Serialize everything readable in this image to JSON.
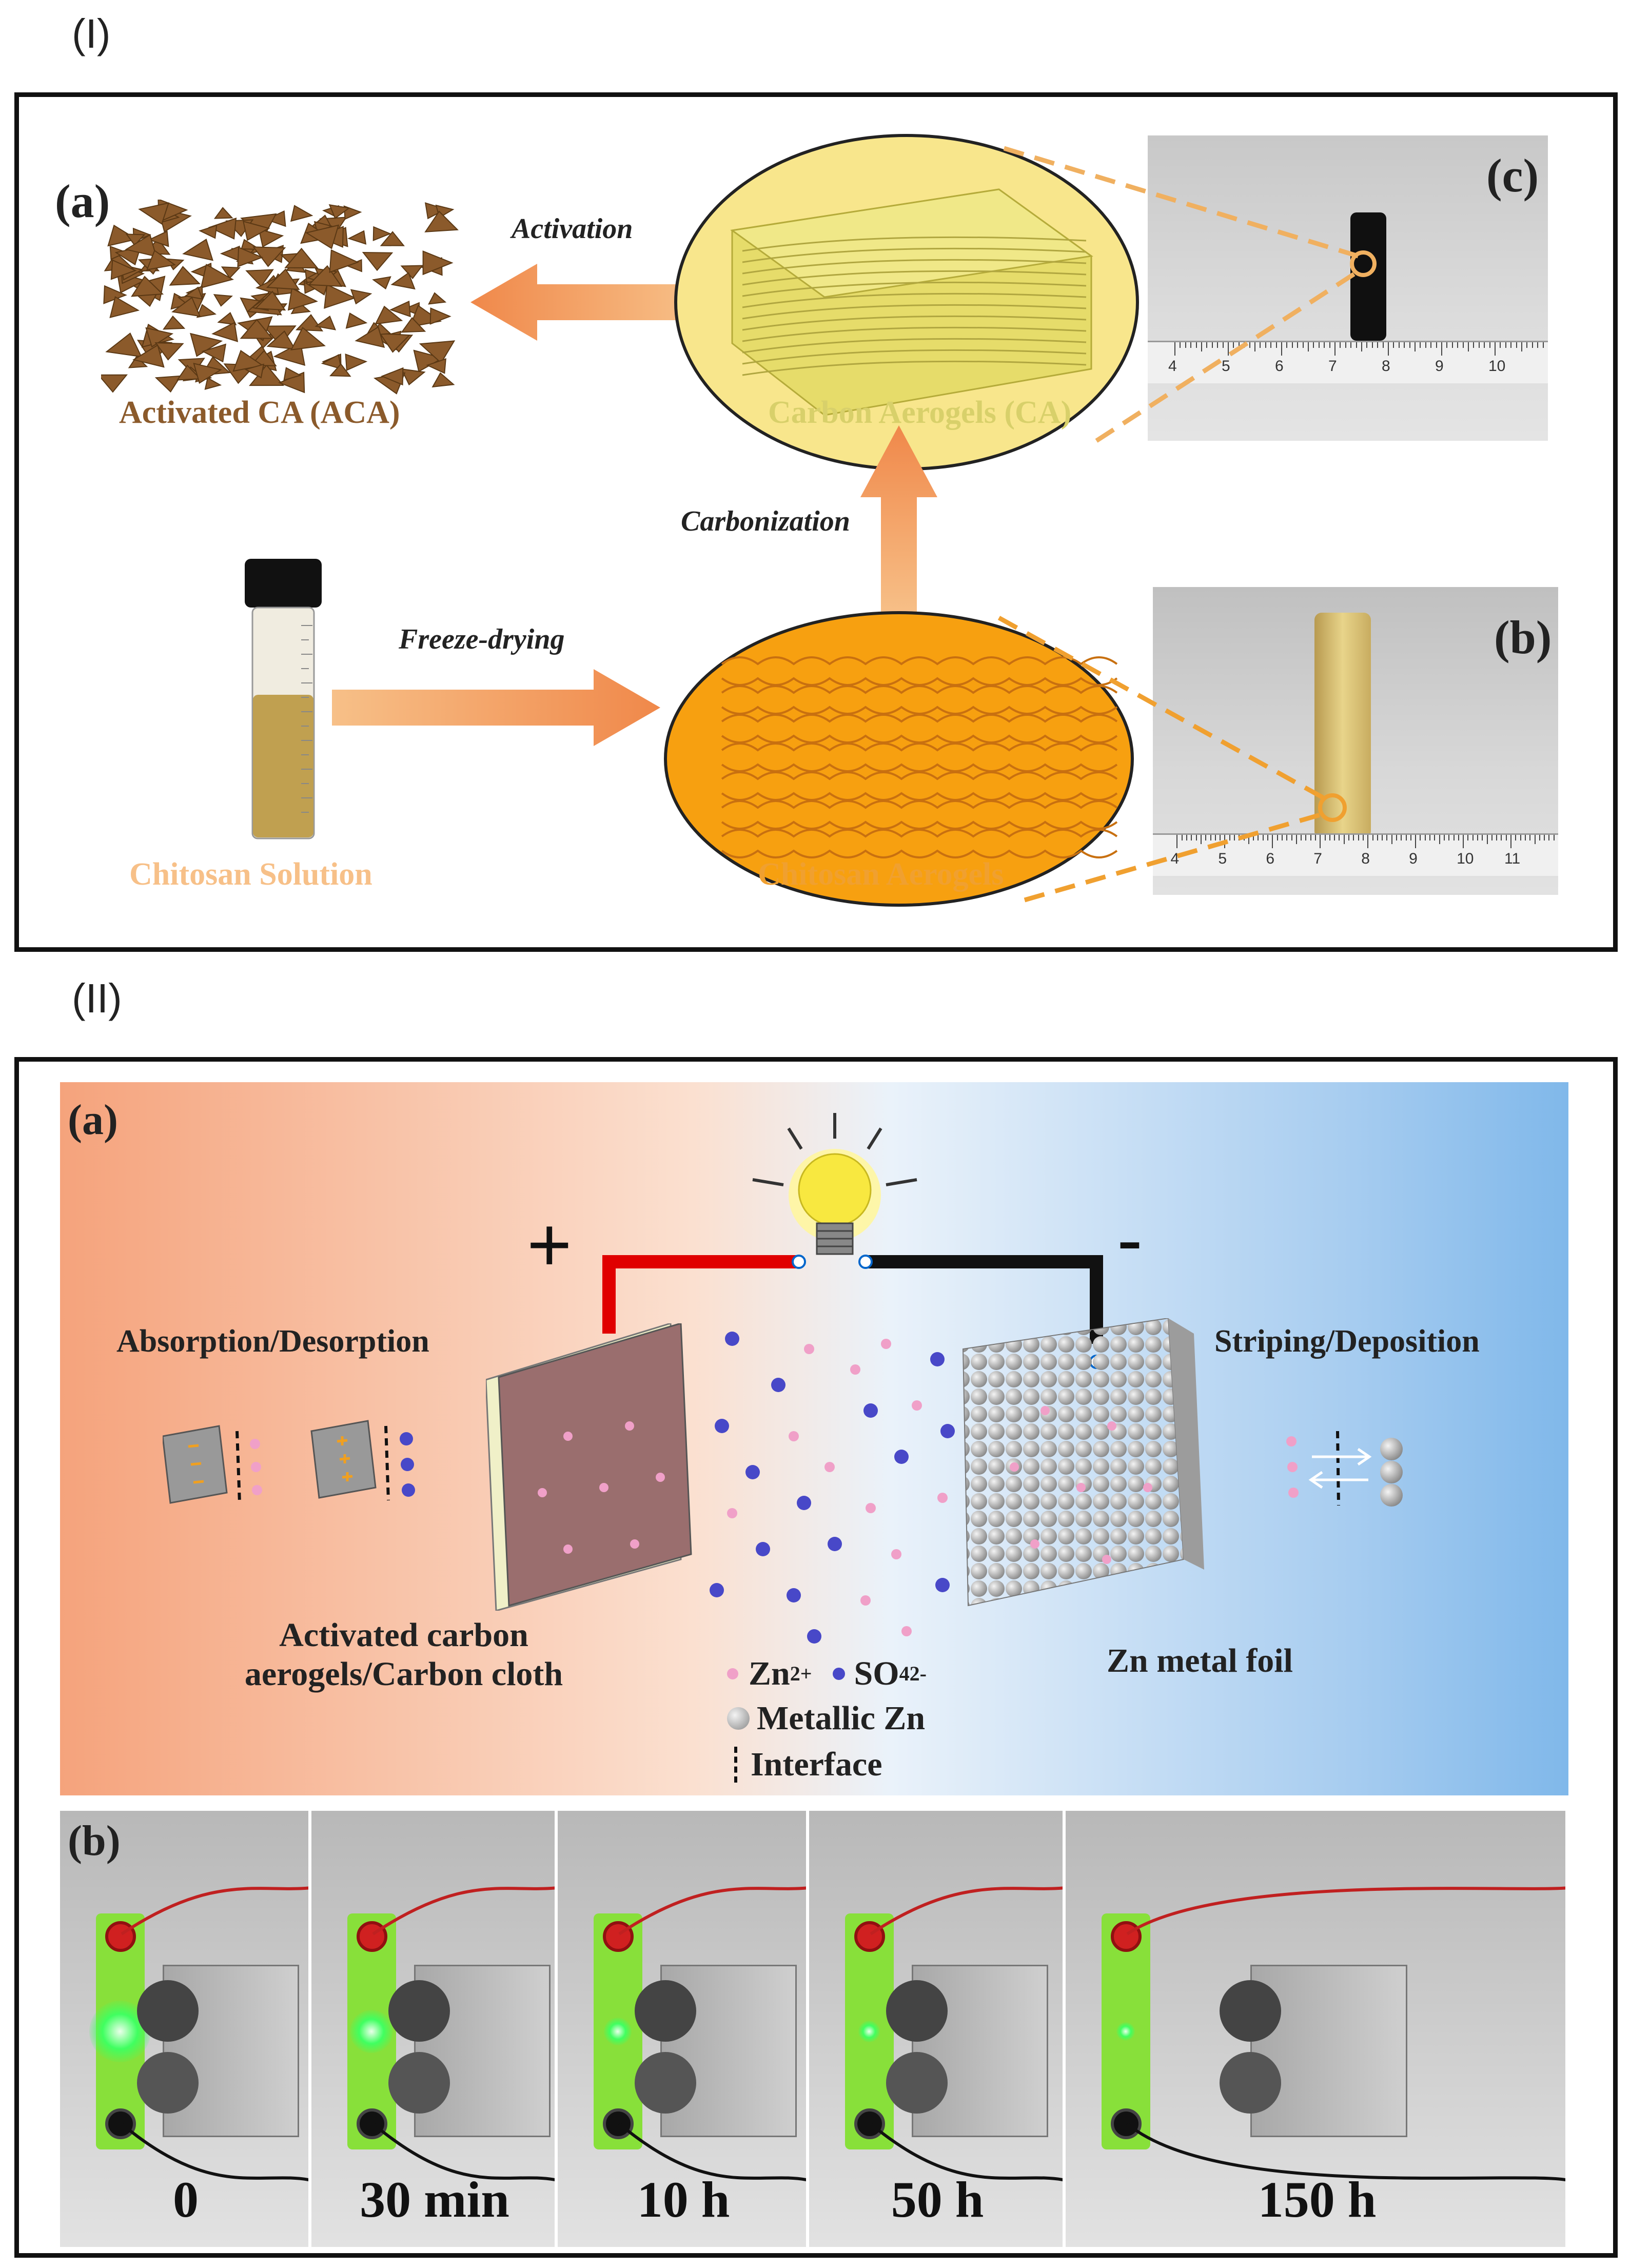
{
  "section1": {
    "label": "(I)",
    "panel_a": "(a)",
    "panel_b": "(b)",
    "panel_c": "(c)",
    "activation": "Activation",
    "carbonization": "Carbonization",
    "freeze_drying": "Freeze-drying",
    "aca_caption": "Activated CA (ACA)",
    "ca_caption": "Carbon Aerogels (CA)",
    "chitosan_solution": "Chitosan Solution",
    "chitosan_aerogels": "Chitosan Aerogels",
    "ruler_c": [
      "4",
      "5",
      "6",
      "7",
      "8",
      "9",
      "10"
    ],
    "ruler_b": [
      "4",
      "5",
      "6",
      "7",
      "8",
      "9",
      "10",
      "11"
    ]
  },
  "section2": {
    "label": "(II)",
    "panel_a": "(a)",
    "panel_b": "(b)",
    "plus": "+",
    "minus": "-",
    "absorption": "Absorption/Desorption",
    "striping": "Striping/Deposition",
    "cathode_line1": "Activated carbon",
    "cathode_line2": "aerogels/Carbon cloth",
    "anode": "Zn metal foil",
    "legend": {
      "zn_ion": "Zn",
      "zn_ion_sup": "2+",
      "so4": "SO",
      "so4_sub": "4",
      "so4_sup": "2-",
      "metallic": "Metallic Zn",
      "interface": "Interface"
    },
    "times": [
      "0",
      "30 min",
      "10 h",
      "50 h",
      "150 h"
    ]
  },
  "colors": {
    "arrow_orange": "#f0884a",
    "aca_brown": "#8b5a2b",
    "ca_yellow": "#d8d06a",
    "chitosan_orange": "#f0a030",
    "zn_ion_pink": "#f0a0c8",
    "so4_blue": "#4848c8",
    "led_green": "#40ff60"
  }
}
